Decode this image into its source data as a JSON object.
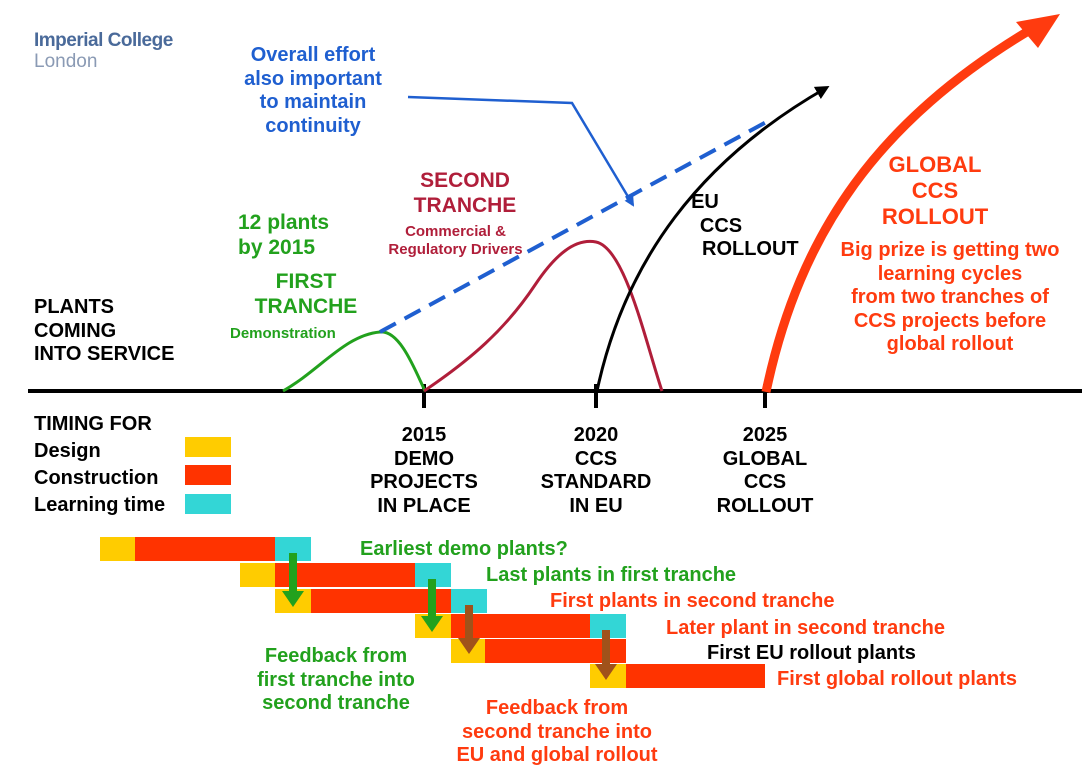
{
  "logo": {
    "line1": "Imperial College",
    "line2": "London"
  },
  "colors": {
    "blue": "#1f5fd0",
    "green": "#22a11d",
    "maroon": "#b01e3a",
    "red": "#ff3b0f",
    "design": "#ffcc00",
    "construction": "#ff3300",
    "learning": "#33d6d6"
  },
  "labels": {
    "overall_effort": [
      "Overall effort",
      "also important",
      "to maintain",
      "continuity"
    ],
    "first_tranche_count": [
      "12 plants",
      "by 2015"
    ],
    "first_tranche_title": [
      "FIRST",
      "TRANCHE"
    ],
    "first_tranche_sub": "Demonstration",
    "second_tranche_title": [
      "SECOND",
      "TRANCHE"
    ],
    "second_tranche_sub": [
      "Commercial &",
      "Regulatory Drivers"
    ],
    "eu_rollout": [
      "EU",
      "CCS",
      "ROLLOUT"
    ],
    "global_rollout": [
      "GLOBAL",
      "CCS",
      "ROLLOUT"
    ],
    "big_prize": [
      "Big prize is getting two",
      "learning cycles",
      "from two tranches of",
      "CCS projects before",
      "global rollout"
    ],
    "plants_service": [
      "PLANTS",
      "COMING",
      "INTO SERVICE"
    ]
  },
  "milestones": [
    {
      "year": "2015",
      "lines": [
        "DEMO",
        "PROJECTS",
        "IN PLACE"
      ]
    },
    {
      "year": "2020",
      "lines": [
        "CCS",
        "STANDARD",
        "IN EU"
      ]
    },
    {
      "year": "2025",
      "lines": [
        "GLOBAL",
        "CCS",
        "ROLLOUT"
      ]
    }
  ],
  "legend": {
    "title": "TIMING FOR",
    "items": [
      {
        "label": "Design",
        "color": "#ffcc00"
      },
      {
        "label": "Construction",
        "color": "#ff3300"
      },
      {
        "label": "Learning time",
        "color": "#33d6d6"
      }
    ]
  },
  "timeline_rows": [
    {
      "label": "Earliest demo plants?",
      "color": "#22a11d"
    },
    {
      "label": "Last plants in first tranche",
      "color": "#22a11d"
    },
    {
      "label": "First plants in second tranche",
      "color": "#ff3b0f"
    },
    {
      "label": "Later plant in second tranche",
      "color": "#ff3b0f"
    },
    {
      "label": "First EU rollout plants",
      "color": "#000000"
    },
    {
      "label": "First global rollout plants",
      "color": "#ff3b0f"
    }
  ],
  "feedback_first": [
    "Feedback from",
    "first tranche into",
    "second tranche"
  ],
  "feedback_second": [
    "Feedback from",
    "second tranche into",
    "EU and global rollout"
  ]
}
